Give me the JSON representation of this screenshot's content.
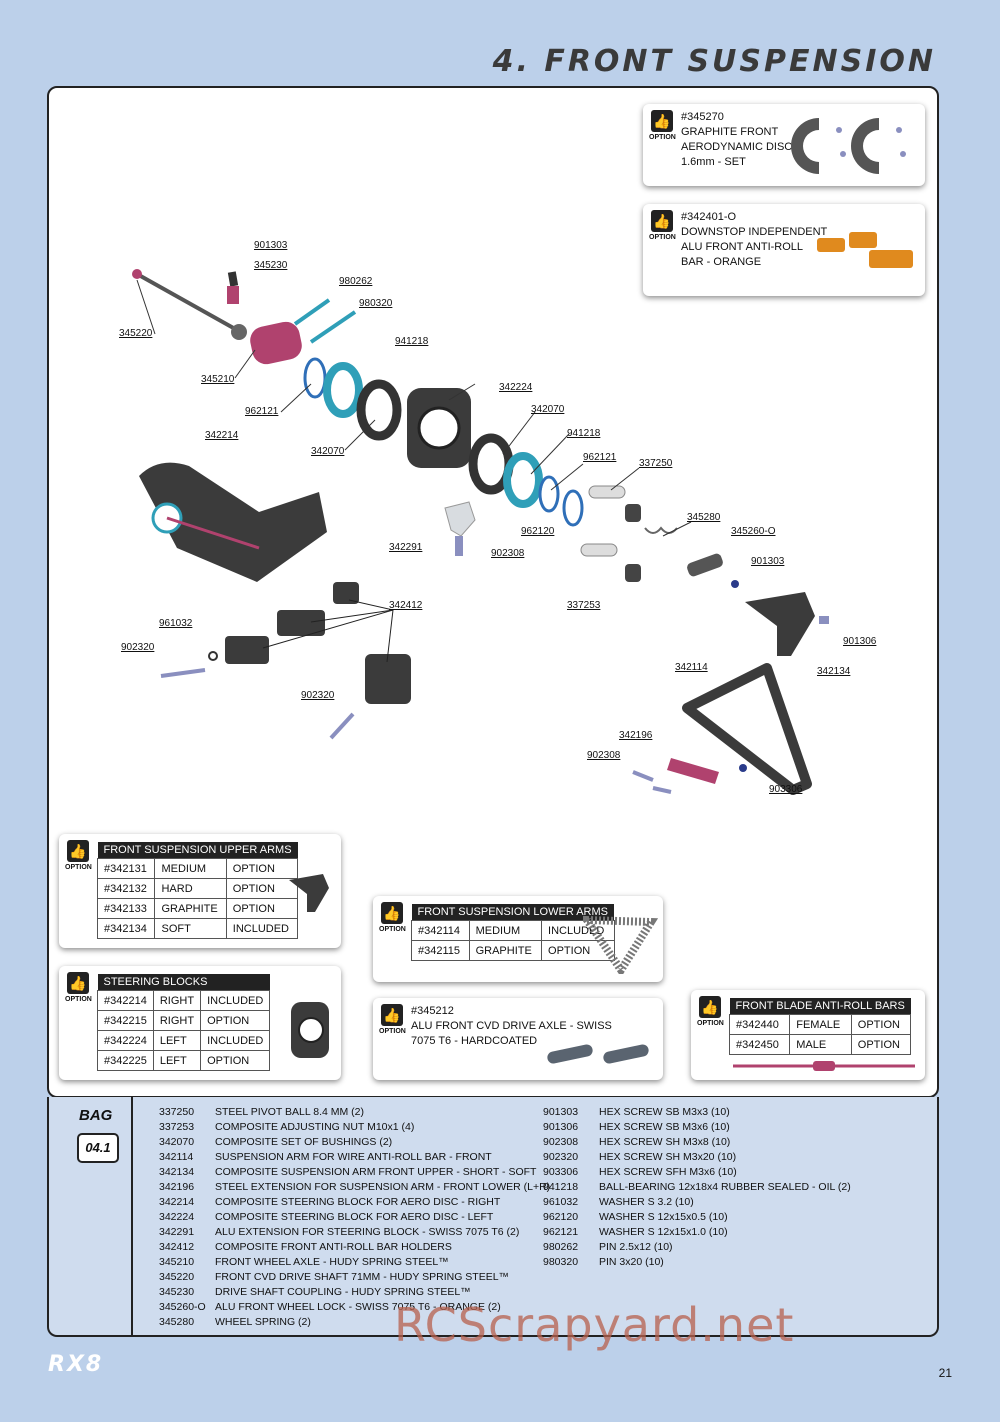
{
  "page": {
    "title": "4. FRONT SUSPENSION",
    "page_number": "21",
    "logo": "RX8",
    "watermark": "RCScrapyard.net"
  },
  "option_common": {
    "label": "OPTION"
  },
  "options": {
    "disc": {
      "number": "#345270",
      "lines": [
        "GRAPHITE FRONT",
        "AERODYNAMIC DISC",
        "1.6mm - SET"
      ]
    },
    "downstop": {
      "number": "#342401-O",
      "lines": [
        "DOWNSTOP INDEPENDENT",
        "ALU FRONT ANTI-ROLL",
        "BAR - ORANGE"
      ]
    },
    "drive_axle": {
      "number": "#345212",
      "lines": [
        "ALU FRONT CVD DRIVE AXLE - SWISS",
        "7075 T6 - HARDCOATED"
      ]
    }
  },
  "tables": {
    "upper_arms": {
      "header": "FRONT SUSPENSION UPPER ARMS",
      "rows": [
        [
          "#342131",
          "MEDIUM",
          "OPTION"
        ],
        [
          "#342132",
          "HARD",
          "OPTION"
        ],
        [
          "#342133",
          "GRAPHITE",
          "OPTION"
        ],
        [
          "#342134",
          "SOFT",
          "INCLUDED"
        ]
      ]
    },
    "steering_blocks": {
      "header": "STEERING BLOCKS",
      "rows": [
        [
          "#342214",
          "RIGHT",
          "INCLUDED"
        ],
        [
          "#342215",
          "RIGHT",
          "OPTION"
        ],
        [
          "#342224",
          "LEFT",
          "INCLUDED"
        ],
        [
          "#342225",
          "LEFT",
          "OPTION"
        ]
      ]
    },
    "lower_arms": {
      "header": "FRONT SUSPENSION LOWER ARMS",
      "rows": [
        [
          "#342114",
          "MEDIUM",
          "INCLUDED"
        ],
        [
          "#342115",
          "GRAPHITE",
          "OPTION"
        ]
      ]
    },
    "anti_roll": {
      "header": "FRONT BLADE ANTI-ROLL BARS",
      "rows": [
        [
          "#342440",
          "FEMALE",
          "OPTION"
        ],
        [
          "#342450",
          "MALE",
          "OPTION"
        ]
      ]
    }
  },
  "callouts": [
    "901303",
    "345230",
    "980262",
    "980320",
    "345220",
    "941218",
    "345210",
    "962121",
    "342224",
    "342070",
    "342070",
    "941218",
    "962121",
    "337250",
    "342214",
    "342291",
    "962120",
    "902308",
    "345280",
    "345260-O",
    "901303",
    "342412",
    "337253",
    "961032",
    "901306",
    "902320",
    "342114",
    "342134",
    "902320",
    "342196",
    "902308",
    "903306"
  ],
  "bag": {
    "label": "BAG",
    "number": "04.1"
  },
  "parts_list_left": [
    [
      "337250",
      "STEEL PIVOT BALL 8.4 MM (2)"
    ],
    [
      "337253",
      "COMPOSITE ADJUSTING NUT M10x1 (4)"
    ],
    [
      "342070",
      "COMPOSITE SET OF BUSHINGS (2)"
    ],
    [
      "342114",
      "SUSPENSION ARM FOR WIRE ANTI-ROLL BAR - FRONT"
    ],
    [
      "342134",
      "COMPOSITE SUSPENSION ARM FRONT UPPER - SHORT - SOFT"
    ],
    [
      "342196",
      "STEEL EXTENSION FOR SUSPENSION ARM - FRONT LOWER (L+R)"
    ],
    [
      "342214",
      "COMPOSITE STEERING BLOCK FOR AERO DISC - RIGHT"
    ],
    [
      "342224",
      "COMPOSITE STEERING BLOCK FOR AERO DISC - LEFT"
    ],
    [
      "342291",
      "ALU EXTENSION FOR STEERING BLOCK - SWISS 7075 T6 (2)"
    ],
    [
      "342412",
      "COMPOSITE FRONT ANTI-ROLL BAR HOLDERS"
    ],
    [
      "345210",
      "FRONT WHEEL AXLE - HUDY SPRING STEEL™"
    ],
    [
      "345220",
      "FRONT CVD DRIVE SHAFT 71MM - HUDY SPRING STEEL™"
    ],
    [
      "345230",
      "DRIVE SHAFT COUPLING - HUDY SPRING STEEL™"
    ],
    [
      "345260-O",
      "ALU FRONT WHEEL LOCK - SWISS 7075 T6 - ORANGE (2)"
    ],
    [
      "345280",
      "WHEEL SPRING (2)"
    ]
  ],
  "parts_list_right": [
    [
      "901303",
      "HEX SCREW SB M3x3  (10)"
    ],
    [
      "901306",
      "HEX SCREW SB M3x6  (10)"
    ],
    [
      "902308",
      "HEX SCREW SH M3x8  (10)"
    ],
    [
      "902320",
      "HEX SCREW SH M3x20  (10)"
    ],
    [
      "903306",
      "HEX SCREW SFH M3x6  (10)"
    ],
    [
      "941218",
      "BALL-BEARING 12x18x4 RUBBER SEALED - OIL (2)"
    ],
    [
      "961032",
      "WASHER S 3.2  (10)"
    ],
    [
      "962120",
      "WASHER S 12x15x0.5  (10)"
    ],
    [
      "962121",
      "WASHER S 12x15x1.0  (10)"
    ],
    [
      "980262",
      "PIN 2.5x12  (10)"
    ],
    [
      "980320",
      "PIN 3x20  (10)"
    ]
  ],
  "colors": {
    "background": "#bcd0ea",
    "part_dark": "#3b3b3b",
    "bearing": "#2f9fb8",
    "anodized_pink": "#b0426e",
    "option_orange": "#e08a1e"
  }
}
